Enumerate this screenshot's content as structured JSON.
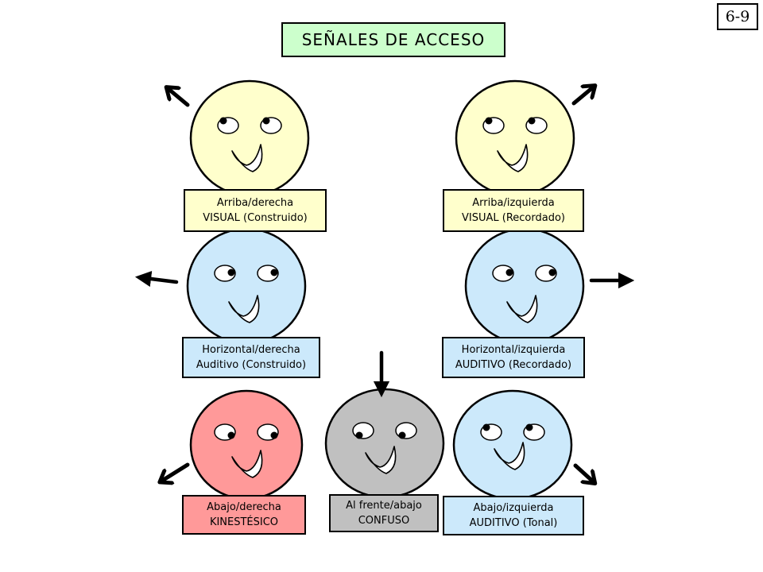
{
  "page_number": "6-9",
  "title": "SEÑALES DE ACCESO",
  "colors": {
    "visual": "#ffffcc",
    "auditory": "#cce9fb",
    "kinesthetic": "#ff9999",
    "confused": "#c0c0c0",
    "title_bg": "#ccffcc"
  },
  "faces": [
    {
      "id": "arriba-derecha",
      "line1": "Arriba/derecha",
      "line2": "VISUAL (Construido)",
      "color": "visual",
      "arrow": "up-left"
    },
    {
      "id": "arriba-izquierda",
      "line1": "Arriba/izquierda",
      "line2": "VISUAL (Recordado)",
      "color": "visual",
      "arrow": "up-right"
    },
    {
      "id": "horizontal-derecha",
      "line1": "Horizontal/derecha",
      "line2": "Auditivo (Construido)",
      "color": "auditory",
      "arrow": "left"
    },
    {
      "id": "horizontal-izquierda",
      "line1": "Horizontal/izquierda",
      "line2": "AUDITIVO (Recordado)",
      "color": "auditory",
      "arrow": "right"
    },
    {
      "id": "abajo-derecha",
      "line1": "Abajo/derecha",
      "line2": "KINESTÉSICO",
      "color": "kinesthetic",
      "arrow": "down-left"
    },
    {
      "id": "al-frente-abajo",
      "line1": "Al frente/abajo",
      "line2": "CONFUSO",
      "color": "confused",
      "arrow": "down"
    },
    {
      "id": "abajo-izquierda",
      "line1": "Abajo/izquierda",
      "line2": "AUDITIVO (Tonal)",
      "color": "auditory",
      "arrow": "down-right"
    }
  ]
}
